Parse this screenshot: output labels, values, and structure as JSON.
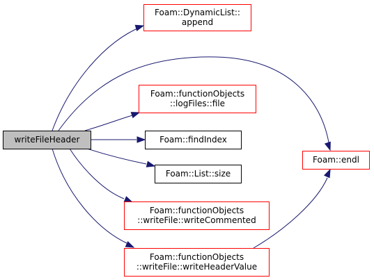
{
  "graph": {
    "colors": {
      "edge": "#191970",
      "root_fill": "#bfbfbf",
      "root_border": "#000000",
      "external_border": "#ff0000",
      "internal_border": "#000000",
      "node_fill": "#ffffff"
    },
    "nodes": [
      {
        "id": "root",
        "kind": "root",
        "lines": [
          "writeFileHeader"
        ]
      },
      {
        "id": "append",
        "kind": "external",
        "lines": [
          "Foam::DynamicList::",
          "append"
        ]
      },
      {
        "id": "logfiles",
        "kind": "external",
        "lines": [
          "Foam::functionObjects",
          "::logFiles::file"
        ]
      },
      {
        "id": "findindex",
        "kind": "internal",
        "lines": [
          "Foam::findIndex"
        ]
      },
      {
        "id": "size",
        "kind": "internal",
        "lines": [
          "Foam::List::size"
        ]
      },
      {
        "id": "writecommented",
        "kind": "external",
        "lines": [
          "Foam::functionObjects",
          "::writeFile::writeCommented"
        ]
      },
      {
        "id": "writeheadervalue",
        "kind": "external",
        "lines": [
          "Foam::functionObjects",
          "::writeFile::writeHeaderValue"
        ]
      },
      {
        "id": "endl",
        "kind": "external",
        "lines": [
          "Foam::endl"
        ]
      }
    ],
    "edges": [
      {
        "from": "root",
        "to": "append"
      },
      {
        "from": "root",
        "to": "endl"
      },
      {
        "from": "root",
        "to": "logfiles"
      },
      {
        "from": "root",
        "to": "findindex"
      },
      {
        "from": "root",
        "to": "size"
      },
      {
        "from": "root",
        "to": "writecommented"
      },
      {
        "from": "root",
        "to": "writeheadervalue"
      },
      {
        "from": "writeheadervalue",
        "to": "endl"
      }
    ]
  }
}
